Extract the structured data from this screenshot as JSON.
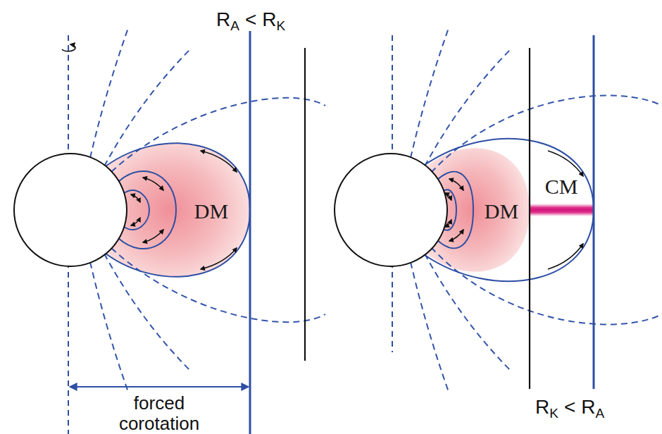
{
  "diagram": {
    "nodes": [
      {
        "text": [
          "DM"
        ]
      },
      {
        "text": [
          "DM"
        ]
      },
      {
        "text": [
          "CM"
        ]
      }
    ],
    "labels": [
      "R",
      "A",
      "<",
      "R",
      "K",
      "R",
      "K",
      "<",
      "R",
      "A",
      "forced corotation"
    ]
  }
}
